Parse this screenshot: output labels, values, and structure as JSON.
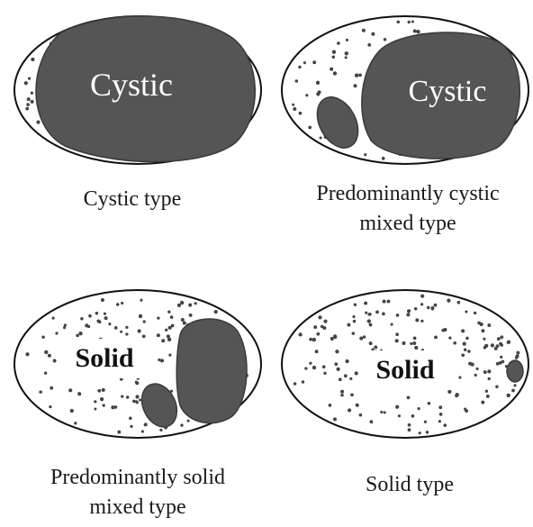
{
  "colors": {
    "outline": "#111111",
    "dark_area": "#555555",
    "dark_area_edge": "#3a3a3a",
    "dots": "#444444",
    "background": "#ffffff",
    "cystic_label": "#ffffff",
    "solid_label": "#111111"
  },
  "panels": [
    {
      "caption_lines": [
        "Cystic type"
      ],
      "inner_label": "Cystic"
    },
    {
      "caption_lines": [
        "Predominantly cystic",
        "mixed type"
      ],
      "inner_label": "Cystic"
    },
    {
      "caption_lines": [
        "Predominantly solid",
        "mixed type"
      ],
      "inner_label": "Solid"
    },
    {
      "caption_lines": [
        "Solid type"
      ],
      "inner_label": "Solid"
    }
  ]
}
